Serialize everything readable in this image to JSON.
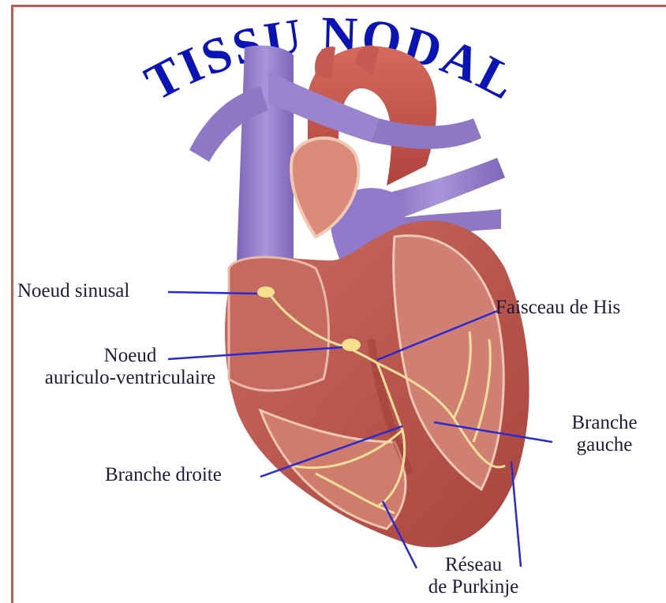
{
  "title": "TISSU NODAL",
  "labels": {
    "noeud_sinusal": "Noeud sinusal",
    "noeud_av_line1": "Noeud",
    "noeud_av_line2": "auriculo-ventriculaire",
    "faisceau_his": "Faisceau de His",
    "branche_gauche_line1": "Branche",
    "branche_gauche_line2": "gauche",
    "branche_droite": "Branche droite",
    "purkinje_line1": "Réseau",
    "purkinje_line2": "de Purkinje"
  },
  "colors": {
    "title": "#0a14b4",
    "frame": "#c65a52",
    "leader_lines": "#2a2ad0",
    "myocardium": "#b7544c",
    "chamber_interior": "#d98a78",
    "vessels": "#8a6fc2",
    "aorta": "#c24a4a",
    "conduction": "#f3df9a"
  }
}
